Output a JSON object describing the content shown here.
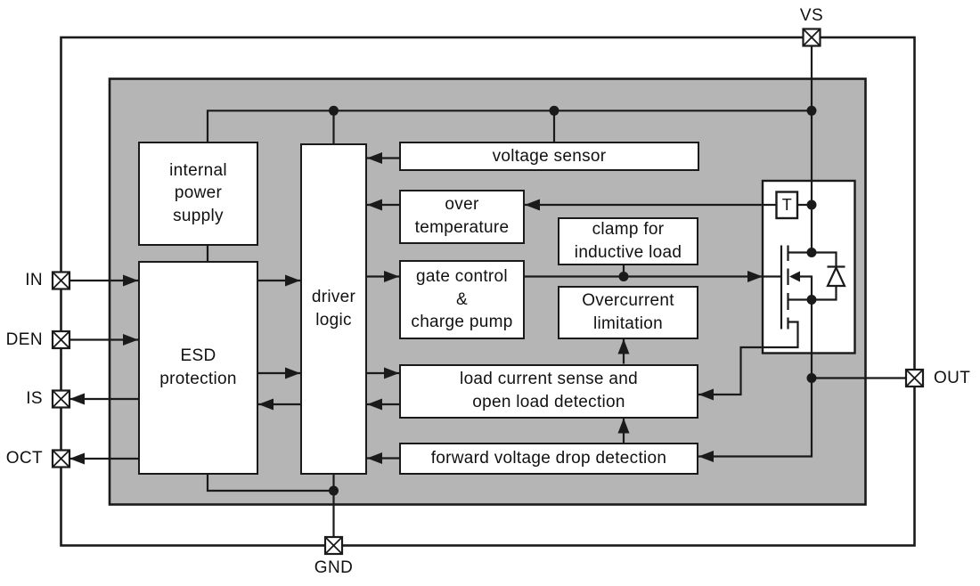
{
  "colors": {
    "canvas": "#ffffff",
    "chip_fill": "#b5b5b5",
    "line": "#1a1a1a",
    "block_fill": "#ffffff",
    "text": "#111111"
  },
  "pins": {
    "vs": "VS",
    "in": "IN",
    "den": "DEN",
    "is": "IS",
    "oct": "OCT",
    "gnd": "GND",
    "out": "OUT"
  },
  "blocks": {
    "internal_power_supply": "internal\npower\nsupply",
    "esd_protection": "ESD\nprotection",
    "driver_logic": "driver\nlogic",
    "voltage_sensor": "voltage sensor",
    "over_temperature": "over\ntemperature",
    "gate_control_charge_pump": "gate control\n&\ncharge pump",
    "clamp_inductive_load": "clamp for\ninductive load",
    "overcurrent_limitation": "Overcurrent\nlimitation",
    "load_current_sense": "load current sense and\nopen load detection",
    "forward_voltage_drop": "forward voltage drop detection",
    "temp_sensor": "T"
  }
}
